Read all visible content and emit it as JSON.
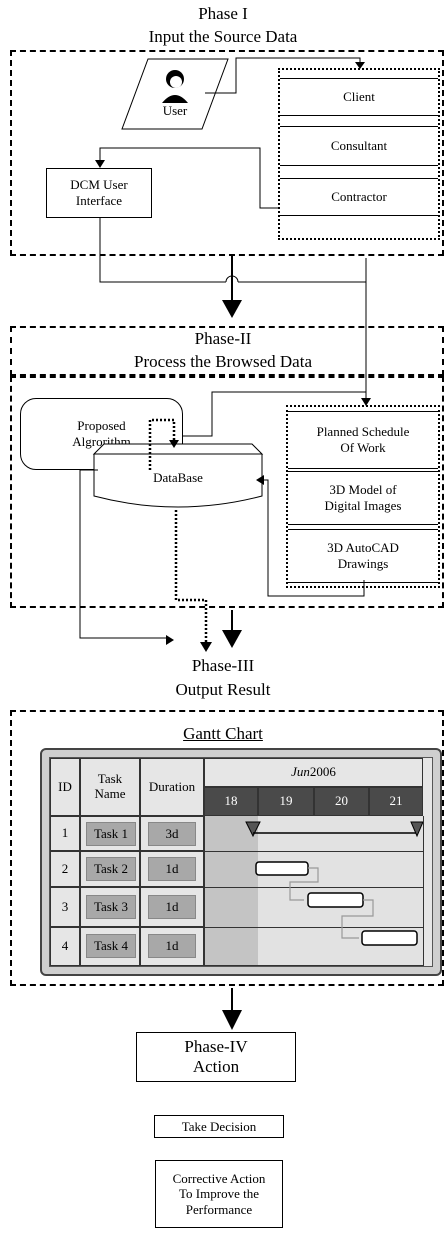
{
  "phase1": {
    "title_line1": "Phase I",
    "title_line2": "Input the Source Data",
    "user_label": "User",
    "stakeholders": [
      "Client",
      "Consultant",
      "Contractor"
    ],
    "ui_box": "DCM User\nInterface"
  },
  "phase2": {
    "title_line1": "Phase-II",
    "title_line2": "Process the Browsed Data",
    "algorithm": "Proposed\nAlgrorithm",
    "database": "DataBase",
    "sources": [
      "Planned Schedule\nOf Work",
      "3D Model of\nDigital Images",
      "3D AutoCAD\nDrawings"
    ]
  },
  "phase3": {
    "title_line1": "Phase-III",
    "title_line2": "Output Result",
    "gantt": {
      "title": "Gantt Chart",
      "headers": {
        "id": "ID",
        "task": "Task\nName",
        "duration": "Duration"
      },
      "month_italic": "Jun",
      "year": " 2006",
      "days": [
        "18",
        "19",
        "20",
        "21"
      ],
      "rows": [
        {
          "id": "1",
          "task": "Task 1",
          "duration": "3d"
        },
        {
          "id": "2",
          "task": "Task 2",
          "duration": "1d"
        },
        {
          "id": "3",
          "task": "Task 3",
          "duration": "1d"
        },
        {
          "id": "4",
          "task": "Task 4",
          "duration": "1d"
        }
      ]
    }
  },
  "phase4": {
    "title_line1": "Phase-IV",
    "title_line2": "Action",
    "actions": [
      "Take Decision",
      "Corrective Action\nTo Improve the\nPerformance"
    ]
  }
}
